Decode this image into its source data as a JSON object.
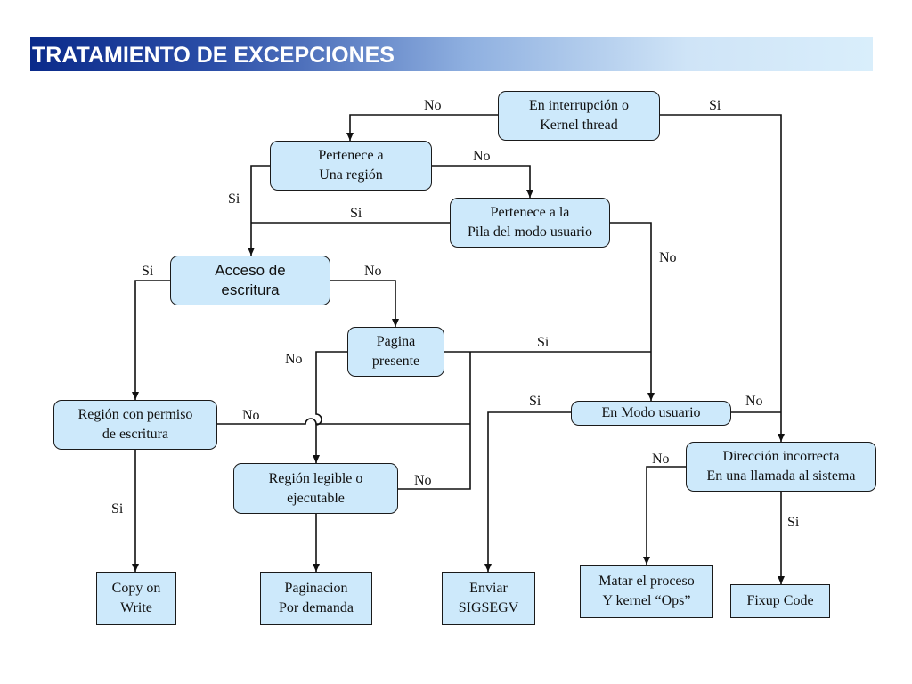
{
  "title": "TRATAMIENTO DE EXCEPCIONES",
  "nodes": {
    "en_interrupcion": "En interrupción o\nKernel thread",
    "pertenece_region": "Pertenece a\nUna región",
    "pertenece_pila": "Pertenece a la\nPila del modo usuario",
    "acceso_escritura": "Acceso de\nescritura",
    "pagina_presente": "Pagina\npresente",
    "region_permiso": "Región con permiso\nde escritura",
    "en_modo_usuario": "En Modo usuario",
    "direccion_incorrecta": "Dirección incorrecta\nEn una llamada al sistema",
    "region_legible": "Región legible o\nejecutable",
    "copy_on_write": "Copy on\nWrite",
    "paginacion": "Paginacion\nPor demanda",
    "enviar_sigsegv": "Enviar\nSIGSEGV",
    "matar_proceso": "Matar el proceso\nY kernel “Ops”",
    "fixup_code": "Fixup Code"
  },
  "edge_labels": {
    "interrupcion_no": "No",
    "interrupcion_si": "Si",
    "region_no": "No",
    "region_si": "Si",
    "pila_si": "Si",
    "pila_no": "No",
    "acceso_si": "Si",
    "acceso_no": "No",
    "pagina_no": "No",
    "pagina_si": "Si",
    "permiso_no": "No",
    "permiso_si": "Si",
    "modo_si": "Si",
    "modo_no": "No",
    "legible_no": "No",
    "direccion_no": "No",
    "direccion_si": "Si"
  },
  "colors": {
    "node_fill": "#cde9fb",
    "node_border": "#1a1a1a",
    "title_start": "#0a2a8a",
    "title_end": "#d9eefb"
  }
}
